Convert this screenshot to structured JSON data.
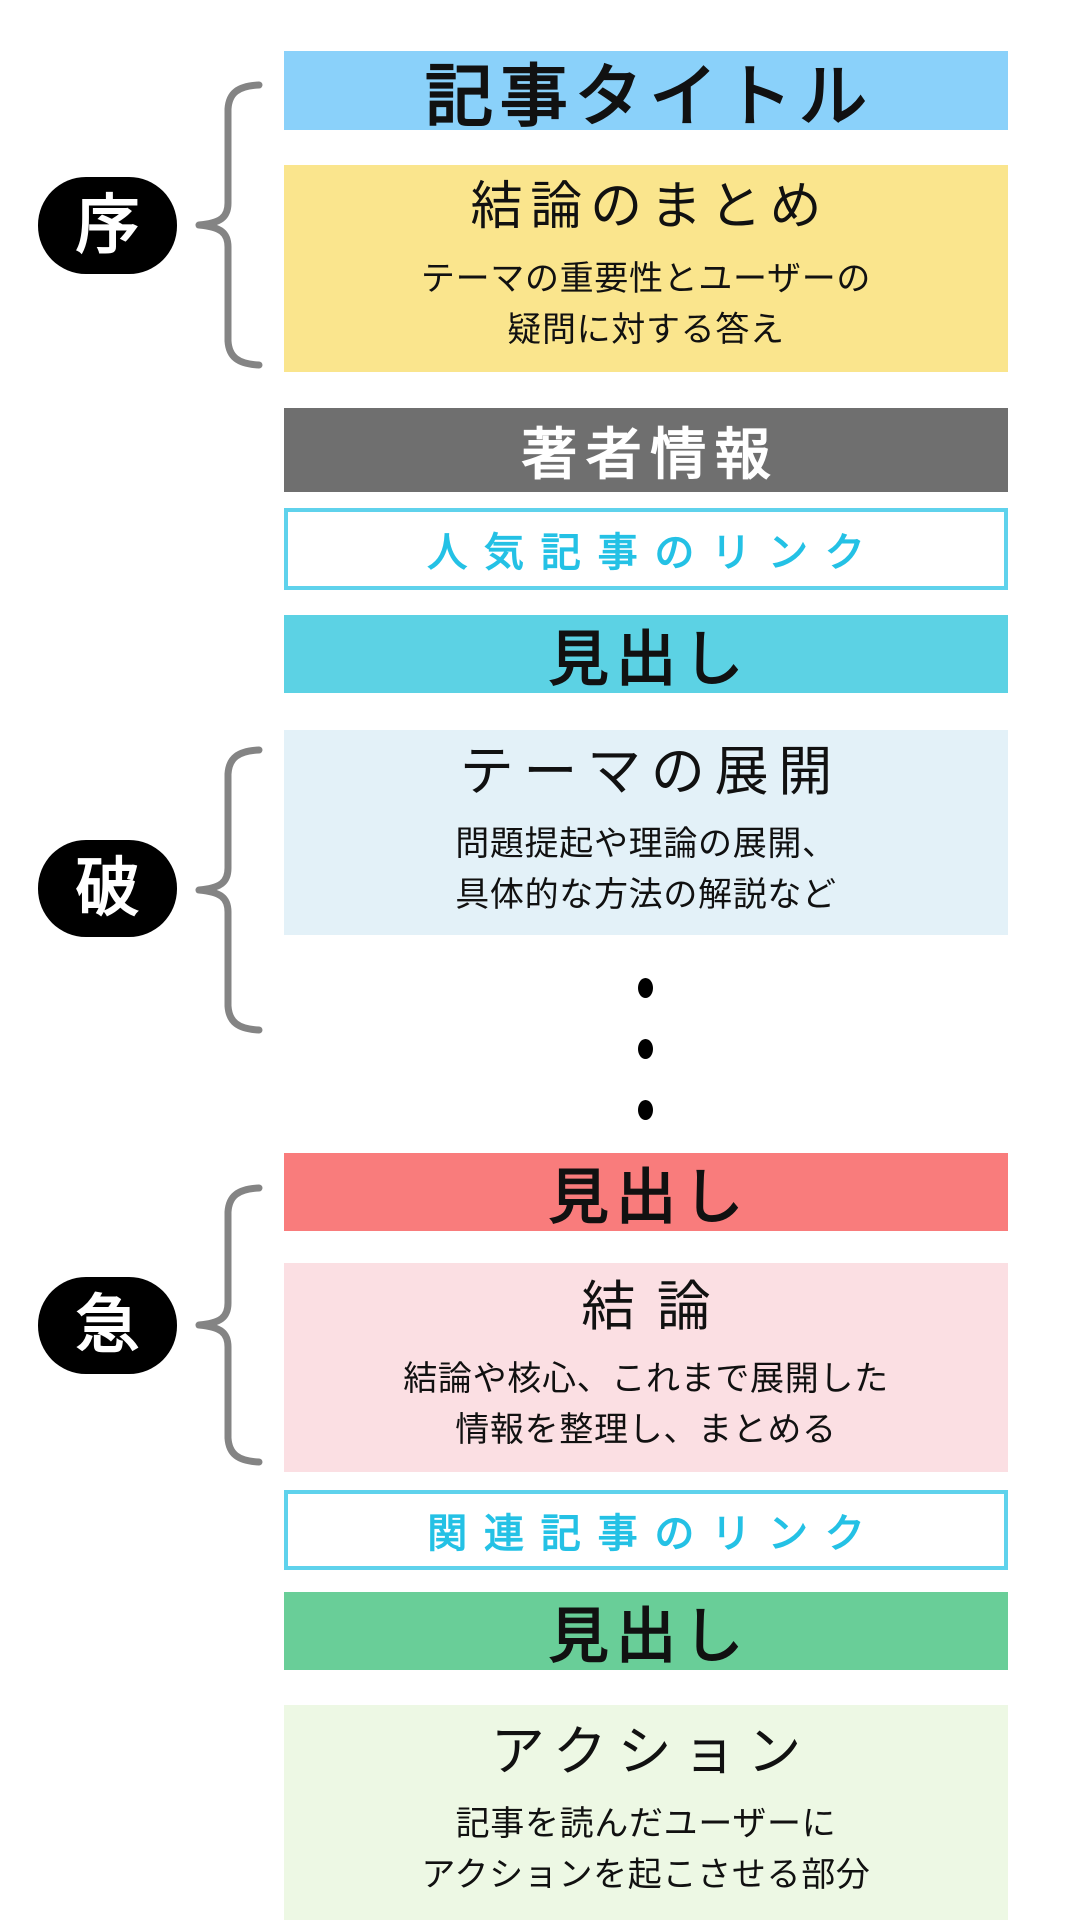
{
  "diagram": {
    "stages": [
      {
        "id": "jo",
        "label": "序"
      },
      {
        "id": "ha",
        "label": "破"
      },
      {
        "id": "kyu",
        "label": "急"
      }
    ],
    "blocks": {
      "article_title": {
        "label": "記事タイトル"
      },
      "summary": {
        "title": "結論のまとめ",
        "sub1": "テーマの重要性とユーザーの",
        "sub2": "疑問に対する答え"
      },
      "author": {
        "label": "著者情報"
      },
      "popular_links": {
        "label": "人気記事のリンク"
      },
      "heading_body": {
        "label": "見出し"
      },
      "theme": {
        "title": "テーマの展開",
        "sub1": "問題提起や理論の展開、",
        "sub2": "具体的な方法の解説など"
      },
      "heading_conclusion": {
        "label": "見出し"
      },
      "conclusion": {
        "title": "結論",
        "sub1": "結論や核心、これまで展開した",
        "sub2": "情報を整理し、まとめる"
      },
      "related_links": {
        "label": "関連記事のリンク"
      },
      "heading_action": {
        "label": "見出し"
      },
      "action": {
        "title": "アクション",
        "sub1": "記事を読んだユーザーに",
        "sub2": "アクションを起こさせる部分"
      }
    },
    "ellipsis": {
      "icon": "vertical-ellipsis",
      "count": 3
    },
    "colors": {
      "title_bar": "#8AD1FA",
      "summary_bg": "#FAE58D",
      "author_bar": "#6F6F6F",
      "link_border": "#5FD2EC",
      "link_text": "#24C1E5",
      "heading_cyan": "#5CD2E4",
      "theme_bg": "#E3F1F8",
      "heading_red": "#F97C7C",
      "conclusion_bg": "#FBDFE3",
      "heading_green": "#69CE98",
      "action_bg": "#EDF8E4",
      "badge_bg": "#000000",
      "badge_text": "#ffffff",
      "brace": "#848484"
    }
  }
}
